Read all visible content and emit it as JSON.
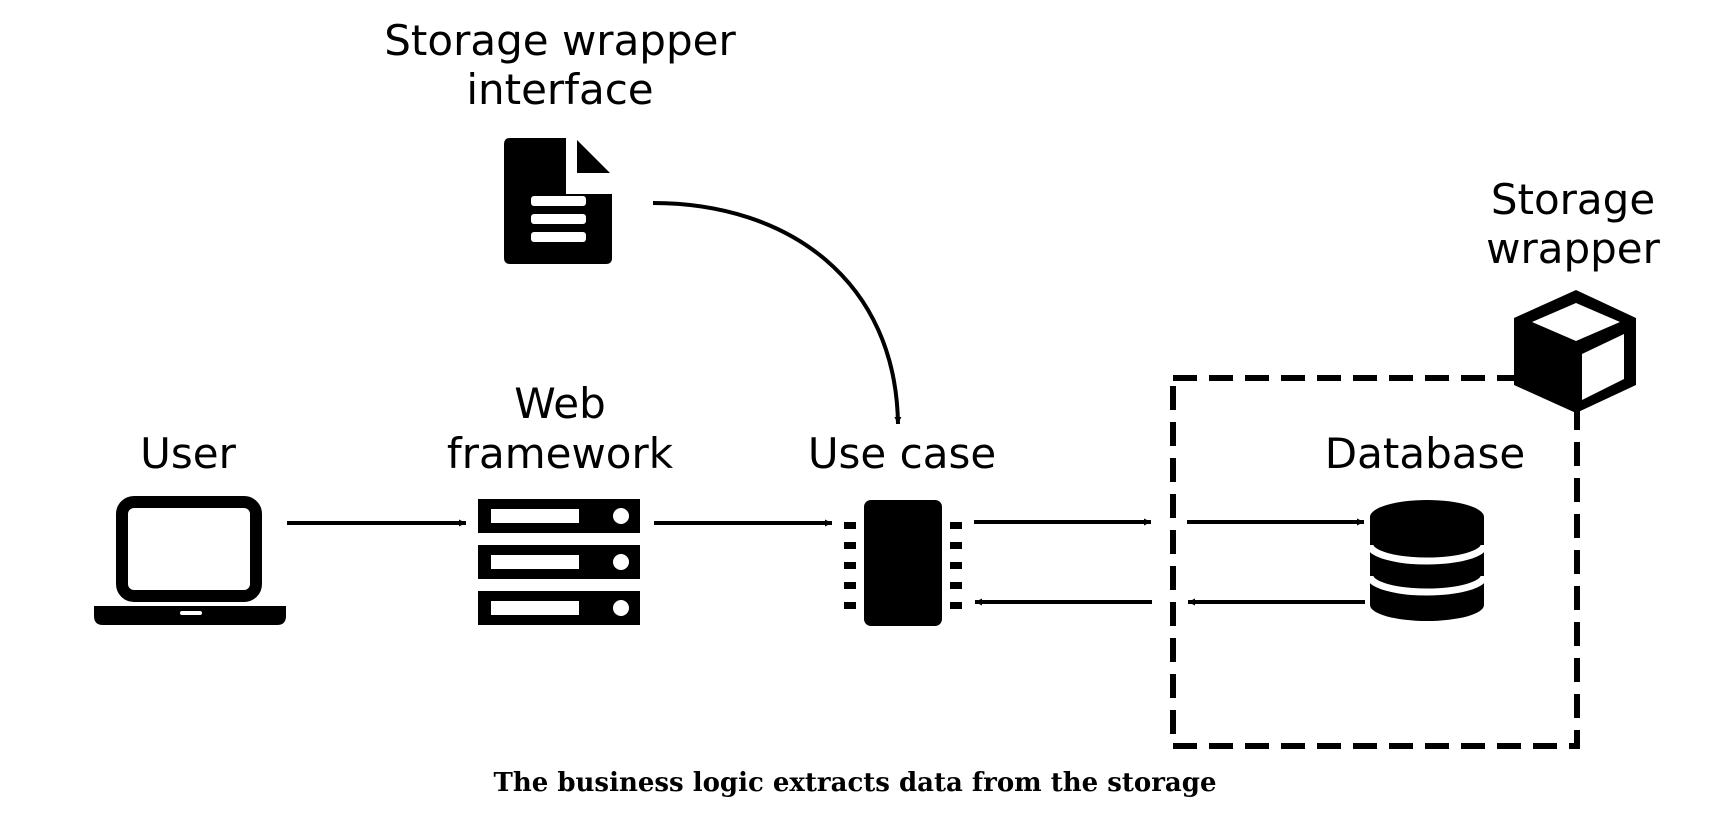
{
  "labels": {
    "storage_wrapper_interface": [
      "Storage wrapper",
      "interface"
    ],
    "user": "User",
    "web_framework": [
      "Web",
      "framework"
    ],
    "use_case": "Use case",
    "database": "Database",
    "storage_wrapper": [
      "Storage",
      "wrapper"
    ]
  },
  "caption": "The business logic extracts data from the storage",
  "icons": {
    "interface": "document-icon",
    "user": "laptop-icon",
    "web_framework": "server-rack-icon",
    "use_case": "microchip-icon",
    "database": "database-icon",
    "storage_wrapper": "cube-icon"
  },
  "colors": {
    "ink": "#000000",
    "background": "#ffffff"
  }
}
